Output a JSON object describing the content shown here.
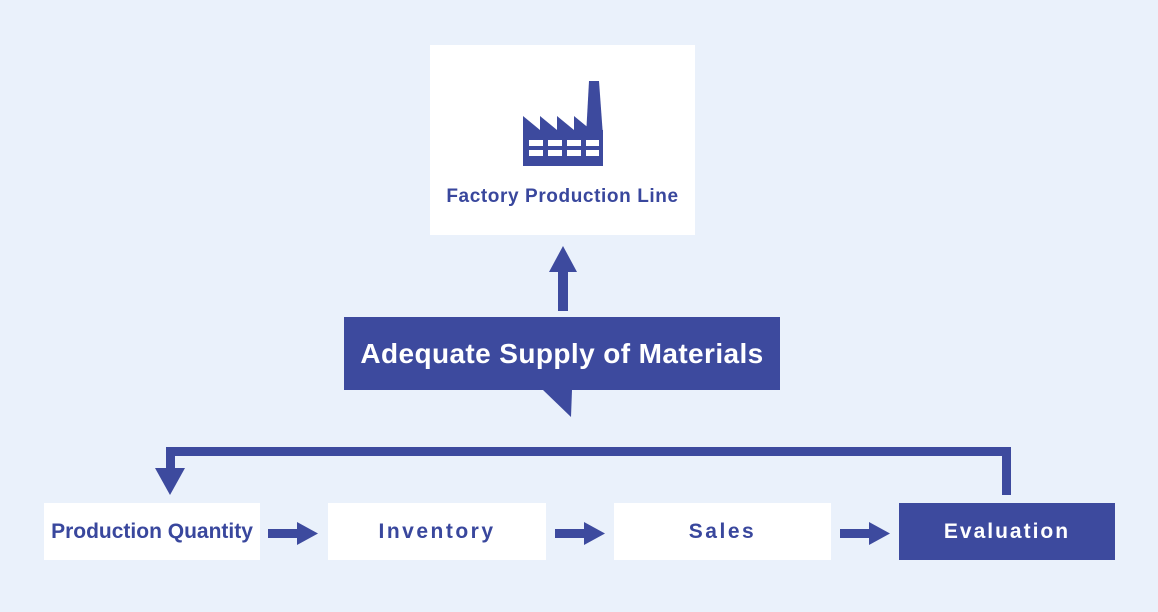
{
  "colors": {
    "background": "#eaf1fb",
    "accent": "#3d4a9e",
    "blue_text": "#39479d",
    "card": "#ffffff",
    "text_on_dark": "#ffffff"
  },
  "factory_card": {
    "icon": "factory-icon",
    "label": "Factory Production Line"
  },
  "supply_bubble": {
    "label": "Adequate Supply of Materials",
    "shape": "speech-bubble-with-down-tail"
  },
  "flow_steps": [
    {
      "label": "Production Quantity",
      "variant": "light"
    },
    {
      "label": "Inventory",
      "variant": "light"
    },
    {
      "label": "Sales",
      "variant": "light"
    },
    {
      "label": "Evaluation",
      "variant": "dark"
    }
  ],
  "connectors": {
    "up_arrow_icon": "arrow-up-icon",
    "step_arrow_icon": "arrow-right-icon",
    "feedback_loop": "evaluation-to-production-quantity-feedback-arrow"
  }
}
